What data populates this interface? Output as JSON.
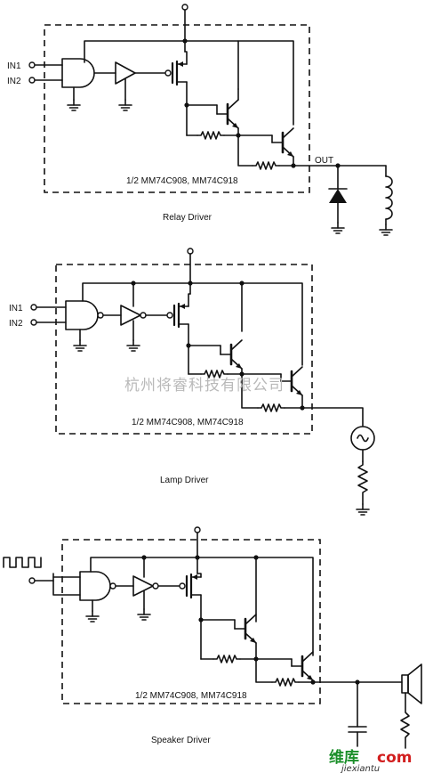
{
  "relay": {
    "in1": "IN1",
    "in2": "IN2",
    "out": "OUT",
    "part": "1/2 MM74C908, MM74C918",
    "caption": "Relay Driver"
  },
  "lamp": {
    "in1": "IN1",
    "in2": "IN2",
    "part": "1/2 MM74C908, MM74C918",
    "caption": "Lamp Driver"
  },
  "speaker": {
    "part": "1/2 MM74C908, MM74C918",
    "caption": "Speaker Driver"
  },
  "watermark": "杭州将睿科技有限公司",
  "logo": {
    "part1": "维库",
    "part2": "com",
    "url": "jiexiantu"
  }
}
